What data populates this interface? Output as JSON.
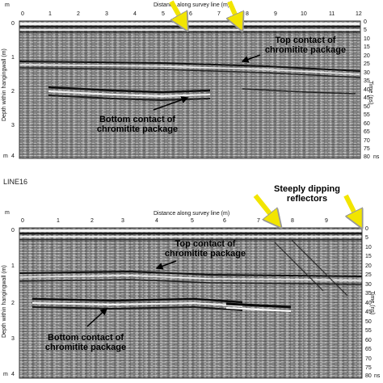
{
  "panels": [
    {
      "units_left": "m",
      "units_right": "ns",
      "x_axis_label": "Distance along survey line (m)",
      "x_ticks": [
        "0",
        "1",
        "2",
        "3",
        "4",
        "5",
        "6",
        "7",
        "8",
        "9",
        "10",
        "11",
        "12"
      ],
      "depth_label": "Depth within hangingwall (m)",
      "depth_ticks": [
        "0",
        "1",
        "2",
        "3",
        "4"
      ],
      "time_label": "Time (ns)",
      "time_ticks": [
        "0",
        "5",
        "10",
        "15",
        "20",
        "25",
        "30",
        "35",
        "40",
        "45",
        "50",
        "55",
        "60",
        "65",
        "70",
        "75",
        "80"
      ],
      "annotations": {
        "top_contact": "Top contact of\nchromitite package",
        "bottom_contact": "Bottom contact of\nchromitite package"
      }
    },
    {
      "line_name": "LINE16",
      "units_left": "m",
      "units_right": "ns",
      "x_axis_label": "Distance along survey line (m)",
      "x_ticks": [
        "0",
        "1",
        "2",
        "3",
        "4",
        "5",
        "6",
        "7",
        "8",
        "9"
      ],
      "depth_label": "Depth within hangingwall (m)",
      "depth_ticks": [
        "0",
        "1",
        "2",
        "3",
        "4"
      ],
      "time_label": "Time (ns)",
      "time_ticks": [
        "0",
        "5",
        "10",
        "15",
        "20",
        "25",
        "30",
        "35",
        "40",
        "45",
        "50",
        "55",
        "60",
        "65",
        "70",
        "75",
        "80"
      ],
      "annotations": {
        "top_contact": "Top contact of\nchromitite package",
        "bottom_contact": "Bottom contact of\nchromitite package",
        "steep": "Steeply dipping\nreflectors"
      }
    }
  ],
  "colors": {
    "arrow_yellow": "#f2e500",
    "radargram_bg": "#8c8c8c"
  }
}
